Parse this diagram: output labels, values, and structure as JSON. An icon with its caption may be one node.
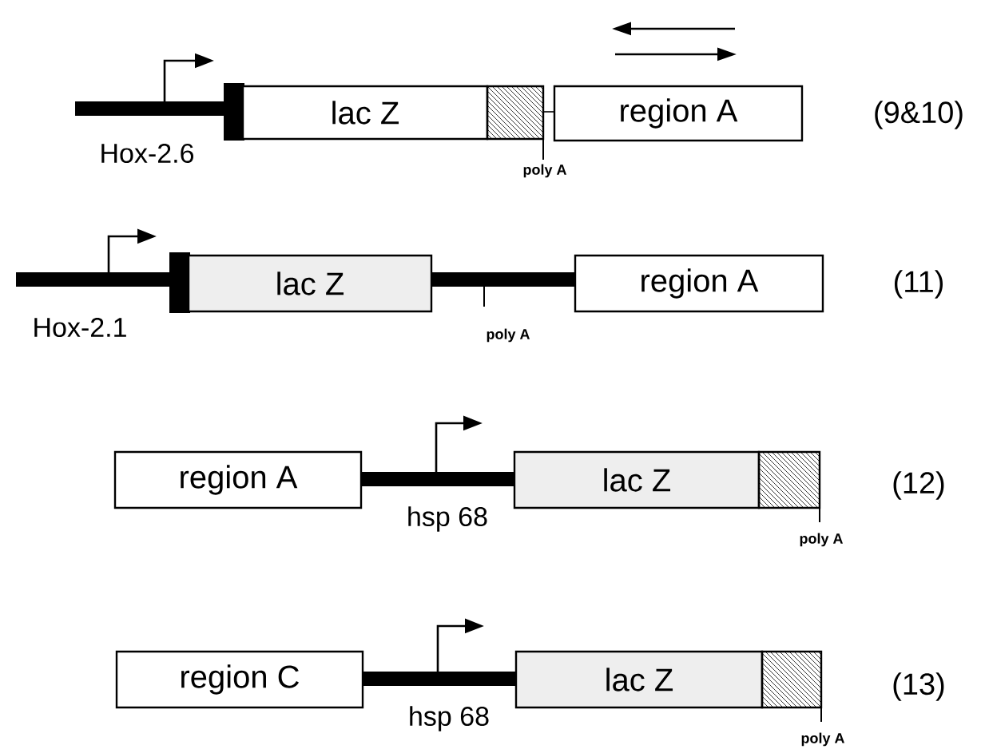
{
  "diagram": {
    "nodes": [
      {
        "text": [
          "lac Z"
        ]
      },
      {
        "text": [],
        "shape": "box",
        "beside": [
          "poly A"
        ]
      },
      {
        "text": [
          "region A"
        ]
      },
      {
        "text": [
          "lac Z"
        ]
      },
      {
        "text": [
          "region A"
        ]
      },
      {
        "text": [
          "region A"
        ]
      },
      {
        "text": [
          "lac Z"
        ]
      },
      {
        "text": [],
        "shape": "box",
        "beside": [
          "poly A"
        ]
      },
      {
        "text": [
          "region C"
        ]
      },
      {
        "text": [
          "lac Z"
        ]
      },
      {
        "text": [],
        "shape": "box",
        "beside": [
          "poly A"
        ]
      }
    ],
    "labels": [
      "Hox-2.6",
      "(9&10)",
      "Hox-2.1",
      "poly A",
      "(11)",
      "hsp 68",
      "(12)",
      "hsp 68",
      "(13)"
    ]
  }
}
